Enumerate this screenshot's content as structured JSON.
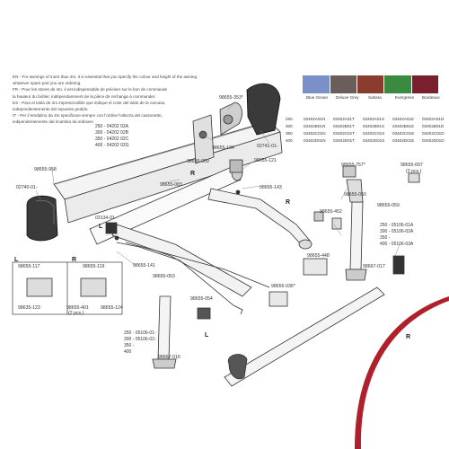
{
  "notes": [
    "EN - For awnings of more than 4m, it is essential that you specify the colour and height of the awning",
    "whatever spare part you are ordering.",
    "FR - Pour les stores de 4m, il est indispensable de préciser sur le bon de commande",
    "la hauteur du boîtier, indépendamment de la pièce de rechange à commander.",
    "ES - Para el toldo de 4m imprescindible que indique el color del toldo de la carcasa,",
    "independientemente del repuesto pedido.",
    "IT - Per il tendalino da 4m specificare sempre con l'ordine l'altezza del cassonetto,",
    "indipendentemente dal ricambio da ordinare."
  ],
  "color_table": {
    "colors": [
      "Blue Ocean",
      "Deluxe Grey",
      "Sahara",
      "Evergreen",
      "Bordeaux"
    ],
    "swatch_colors": [
      "#7b8fc9",
      "#6a5e5a",
      "#8c3b2f",
      "#3a8a3f",
      "#7a1f2c"
    ],
    "rows": [
      {
        "size": "250",
        "codes": [
          "03402A01N",
          "03402A01T",
          "03402A01S",
          "03402A01E",
          "03402A01D"
        ]
      },
      {
        "size": "300",
        "codes": [
          "03402B01N",
          "03402B01T",
          "03402B01S",
          "03402B01E",
          "03402B01D"
        ]
      },
      {
        "size": "350",
        "codes": [
          "03402C01N",
          "03402C01T",
          "03402C01S",
          "03402C01E",
          "03402C01D"
        ]
      },
      {
        "size": "400",
        "codes": [
          "03402D01N",
          "03402D01T",
          "03402D01S",
          "03402D01E",
          "03402D01D"
        ]
      }
    ]
  },
  "case_sizes": [
    "250 - 04202 02A",
    "300 - 04202 02B",
    "350 - 04202 02C",
    "400 - 04202 02G"
  ],
  "leg_sizes_right": [
    "250 - 05106-01A",
    "300 - 05106-02A",
    "350 -",
    "400 - 05106-03A"
  ],
  "leg_sizes_left": [
    "250 - 05106-01-",
    "300 - 05106-02-",
    "350 -",
    "400"
  ],
  "parts": {
    "p98655_353": "98655-353*",
    "p98655_134": "98655-134",
    "p02741": "02741-01-",
    "p98655_959": "98655-959",
    "p98655_958": "98655-958",
    "p98655_121": "98655-121",
    "p02740": "02740-01-",
    "p98655_083": "98655-083",
    "p98655_143": "98655-143",
    "p98655_757": "98655-757*",
    "p98655_697": "98655-697",
    "p2pcs": "(2 pcs.)",
    "p98655_050": "98655-050",
    "p98655_059": "98655-059",
    "p98655_452": "98655-452",
    "p03134": "03134-01-",
    "p98655_117": "98655-117",
    "p98655_119": "98655-119",
    "p98655_141": "98655-141",
    "p98655_448": "98655-448",
    "p98667_017": "98667-017",
    "p98655_053": "98655-053",
    "p98655_036": "98655-036*",
    "p98655_123": "98635-123",
    "p98655_401": "98655-401",
    "p2pcs_b": "(2 pcs.)",
    "p98655_124": "98655-124",
    "p98655_054": "98655-054",
    "p98667_016": "98667-016"
  },
  "letters": {
    "R1": "R",
    "R2": "R",
    "R3": "R",
    "L1": "L",
    "L2": "L",
    "L3": "L",
    "R4": "R"
  }
}
